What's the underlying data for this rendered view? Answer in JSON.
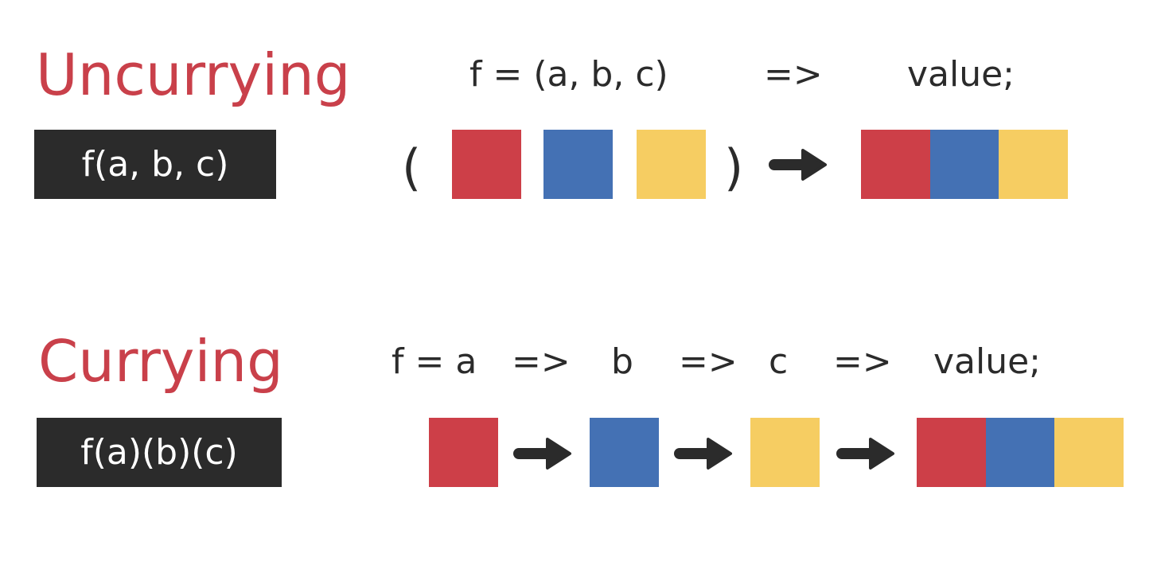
{
  "colors": {
    "heading": "#c9404a",
    "text": "#2b2b2b",
    "red": "#cd3f48",
    "blue": "#4471b4",
    "yellow": "#f6cd62"
  },
  "uncurrying": {
    "title": "Uncurrying",
    "signature": "f(a, b, c)",
    "expr": [
      "f = (a, b, c)",
      "=>",
      "value;"
    ],
    "open_paren": "(",
    "close_paren": ")"
  },
  "currying": {
    "title": "Currying",
    "signature": "f(a)(b)(c)",
    "expr": [
      "f = a",
      "=>",
      "b",
      "=>",
      "c",
      "=>",
      "value;"
    ]
  },
  "icons": {
    "arrow": "right-arrow-icon"
  }
}
